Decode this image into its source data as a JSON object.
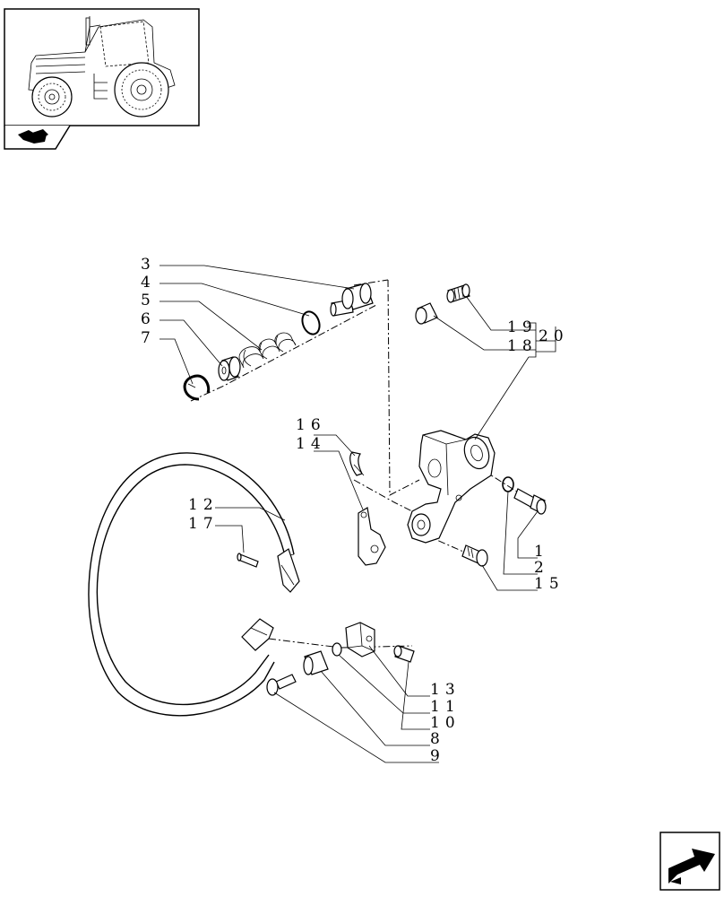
{
  "callouts": {
    "c1": "1",
    "c2": "2",
    "c3": "3",
    "c4": "4",
    "c5": "5",
    "c6": "6",
    "c7": "7",
    "c8": "8",
    "c9": "9",
    "c10": "10",
    "c11": "11",
    "c12": "12",
    "c13": "13",
    "c14": "14",
    "c15": "15",
    "c16": "16",
    "c17": "17",
    "c18": "18",
    "c19": "19",
    "c20": "20"
  },
  "icons": {
    "thumbnail": "tractor-thumbnail-icon",
    "section": "section-pointer-icon",
    "next_page": "next-page-arrow-icon"
  }
}
